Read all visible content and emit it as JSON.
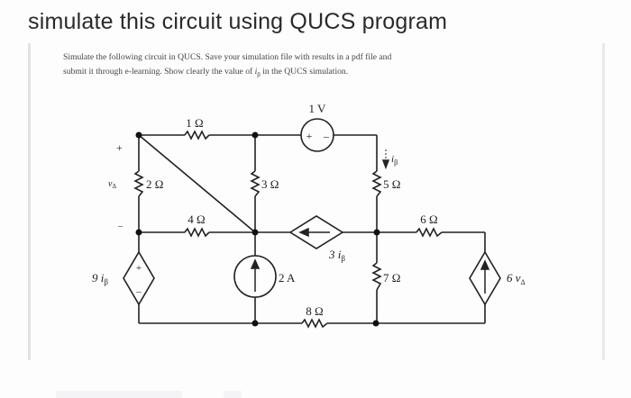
{
  "question": {
    "title": "simulate this circuit using QUCS program"
  },
  "instructions": {
    "line1": "Simulate the following circuit in QUCS. Save your simulation file with results in a pdf file and",
    "line2_before": "submit it through e-learning. Show clearly the value of ",
    "line2_var": "i",
    "line2_sub": "β",
    "line2_after": "  in the QUCS simulation."
  },
  "circuit": {
    "components": {
      "r1": "1 Ω",
      "r2": "2 Ω",
      "r3": "3 Ω",
      "r4": "4 Ω",
      "r5": "5 Ω",
      "r6": "6 Ω",
      "r7": "7 Ω",
      "r8": "8 Ω",
      "vsrc": "1 V",
      "isrc": "2 A",
      "dep_vsrc_coef": "9 i",
      "dep_isrc_mid_coef": "3 i",
      "dep_isrc_right_coef": "6 v",
      "sub_beta": "β",
      "sub_delta": "Δ"
    },
    "labels": {
      "v_delta": "v",
      "v_delta_sub": "Δ",
      "plus": "+",
      "minus": "–",
      "i_beta": "i",
      "i_beta_sub": "β",
      "src_plus": "+",
      "src_minus": "–"
    }
  }
}
